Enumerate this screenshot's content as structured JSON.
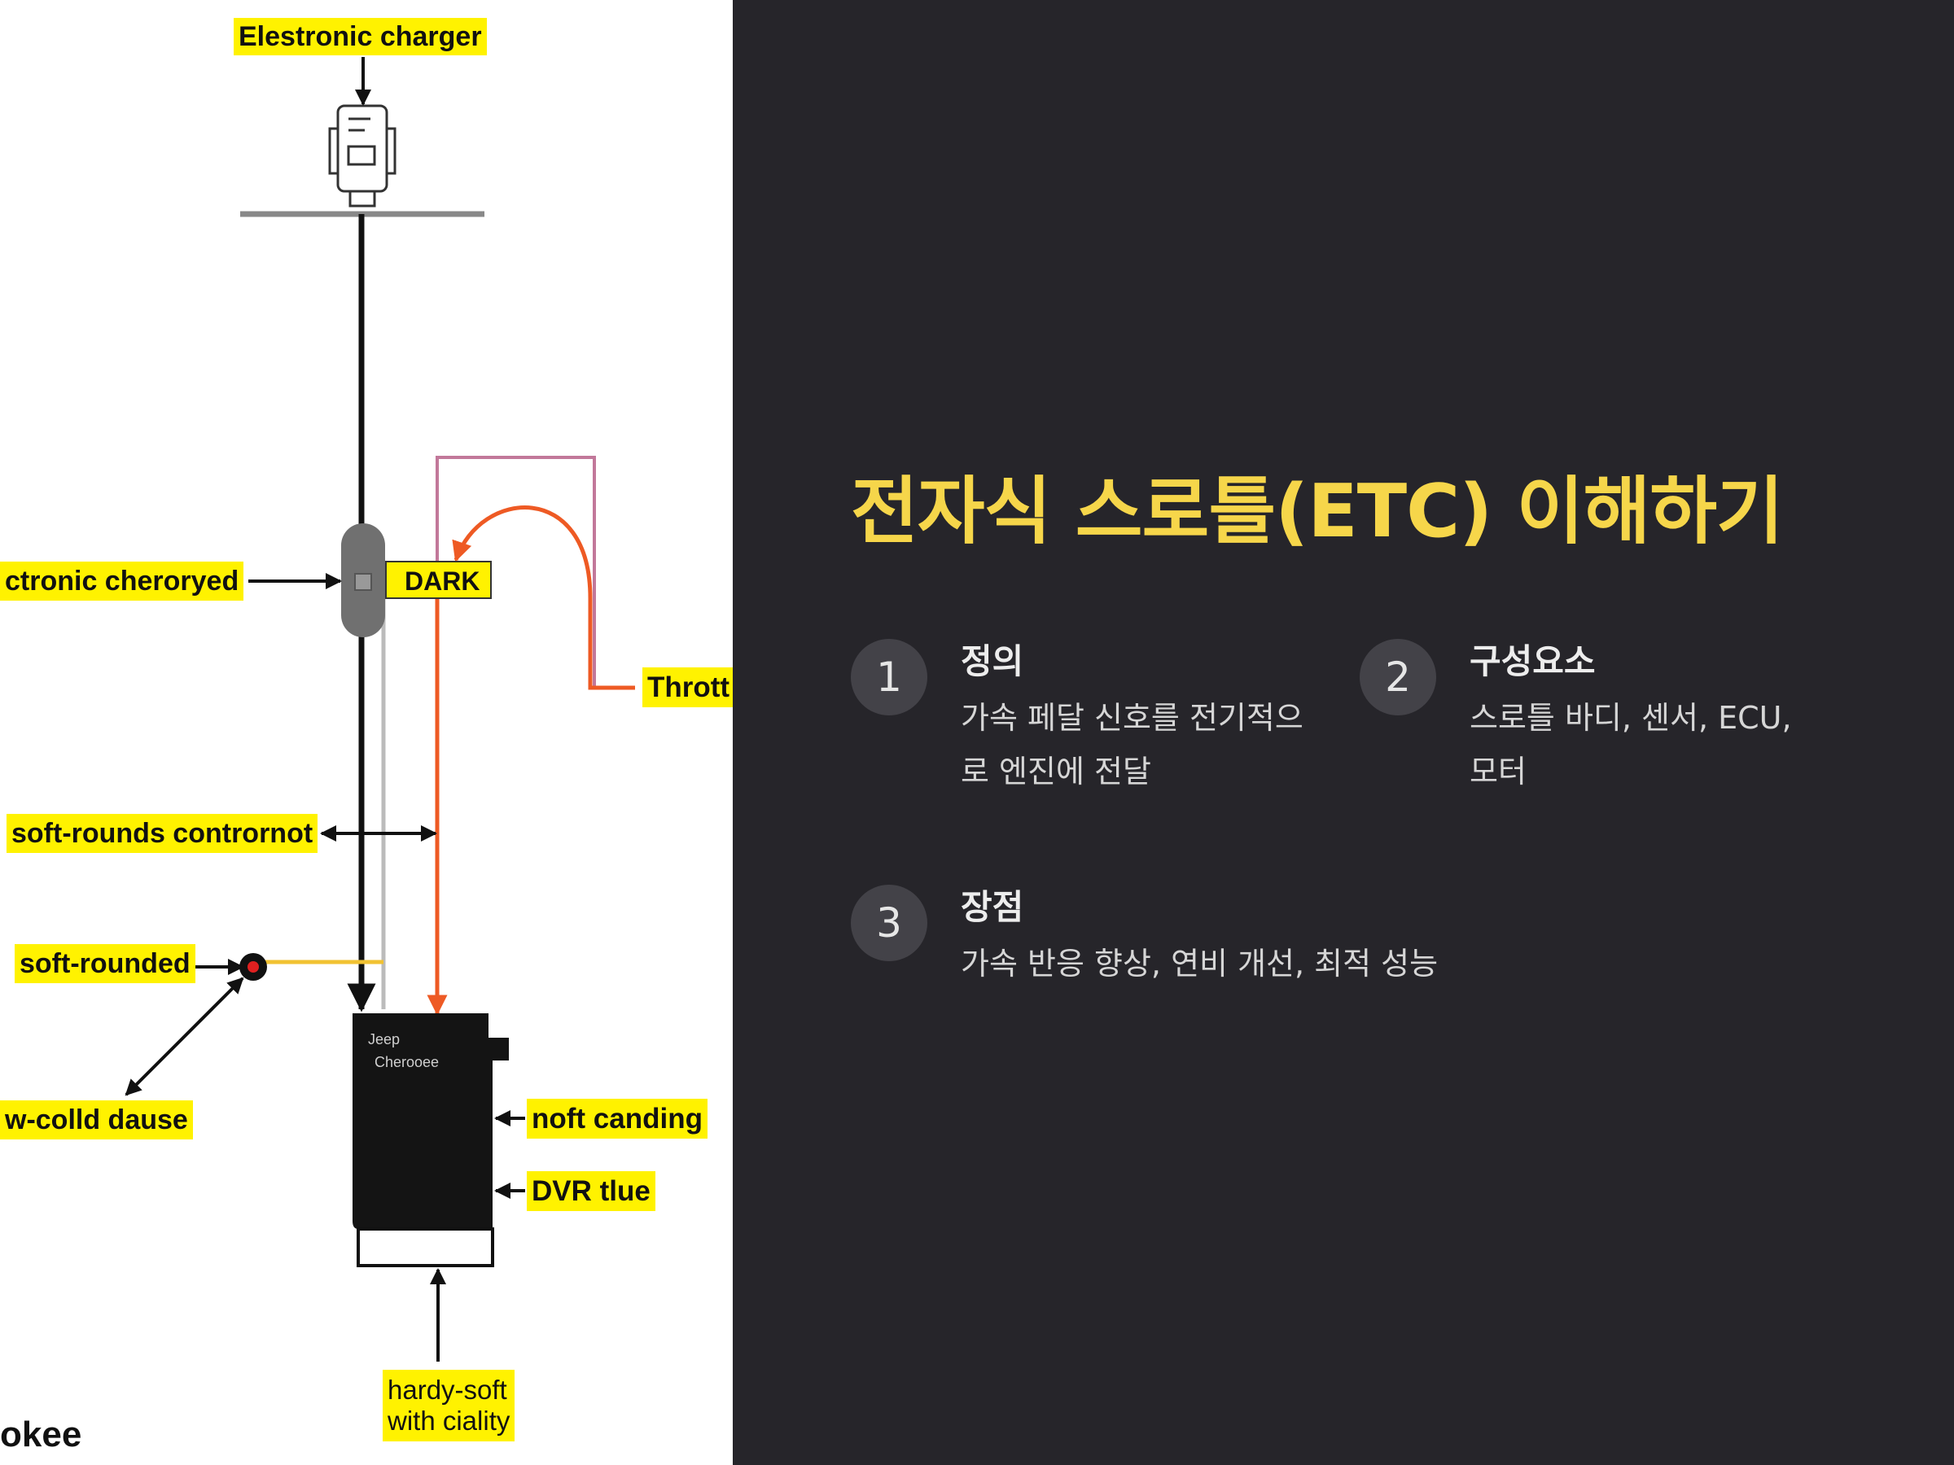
{
  "diagram": {
    "labels": {
      "charger": "Elestronic charger",
      "electronic": "ctronic cheroryed",
      "dark": "DARK",
      "throttle": "Thrott",
      "soft_rounds": "soft-rounds contrornot",
      "soft_rounded": "soft-rounded",
      "colld": "w-colld dause",
      "noft": "noft canding",
      "dvr": "DVR tlue",
      "hardy_line1": "hardy-soft",
      "hardy_line2": "with ciality",
      "brand": "okee"
    },
    "box": {
      "line1": "Jeep",
      "line2": "Cherooee"
    },
    "colors": {
      "highlight": "#fff200",
      "signal_orange": "#ee5a24",
      "loop_pink": "#c2789a",
      "feed_yellow": "#f1c232"
    }
  },
  "slide": {
    "title": "전자식 스로틀(ETC) 이해하기",
    "points": [
      {
        "num": "1",
        "title": "정의",
        "desc_line1": "가속 페달 신호를 전기적으",
        "desc_line2": "로 엔진에 전달"
      },
      {
        "num": "2",
        "title": "구성요소",
        "desc_line1": "스로틀 바디, 센서, ECU,",
        "desc_line2": "모터"
      },
      {
        "num": "3",
        "title": "장점",
        "desc_line1": "가속 반응 향상, 연비 개선, 최적 성능",
        "desc_line2": ""
      }
    ],
    "colors": {
      "background": "#26252a",
      "title": "#f6d64a",
      "circle": "#434248",
      "text": "#ededed"
    }
  }
}
